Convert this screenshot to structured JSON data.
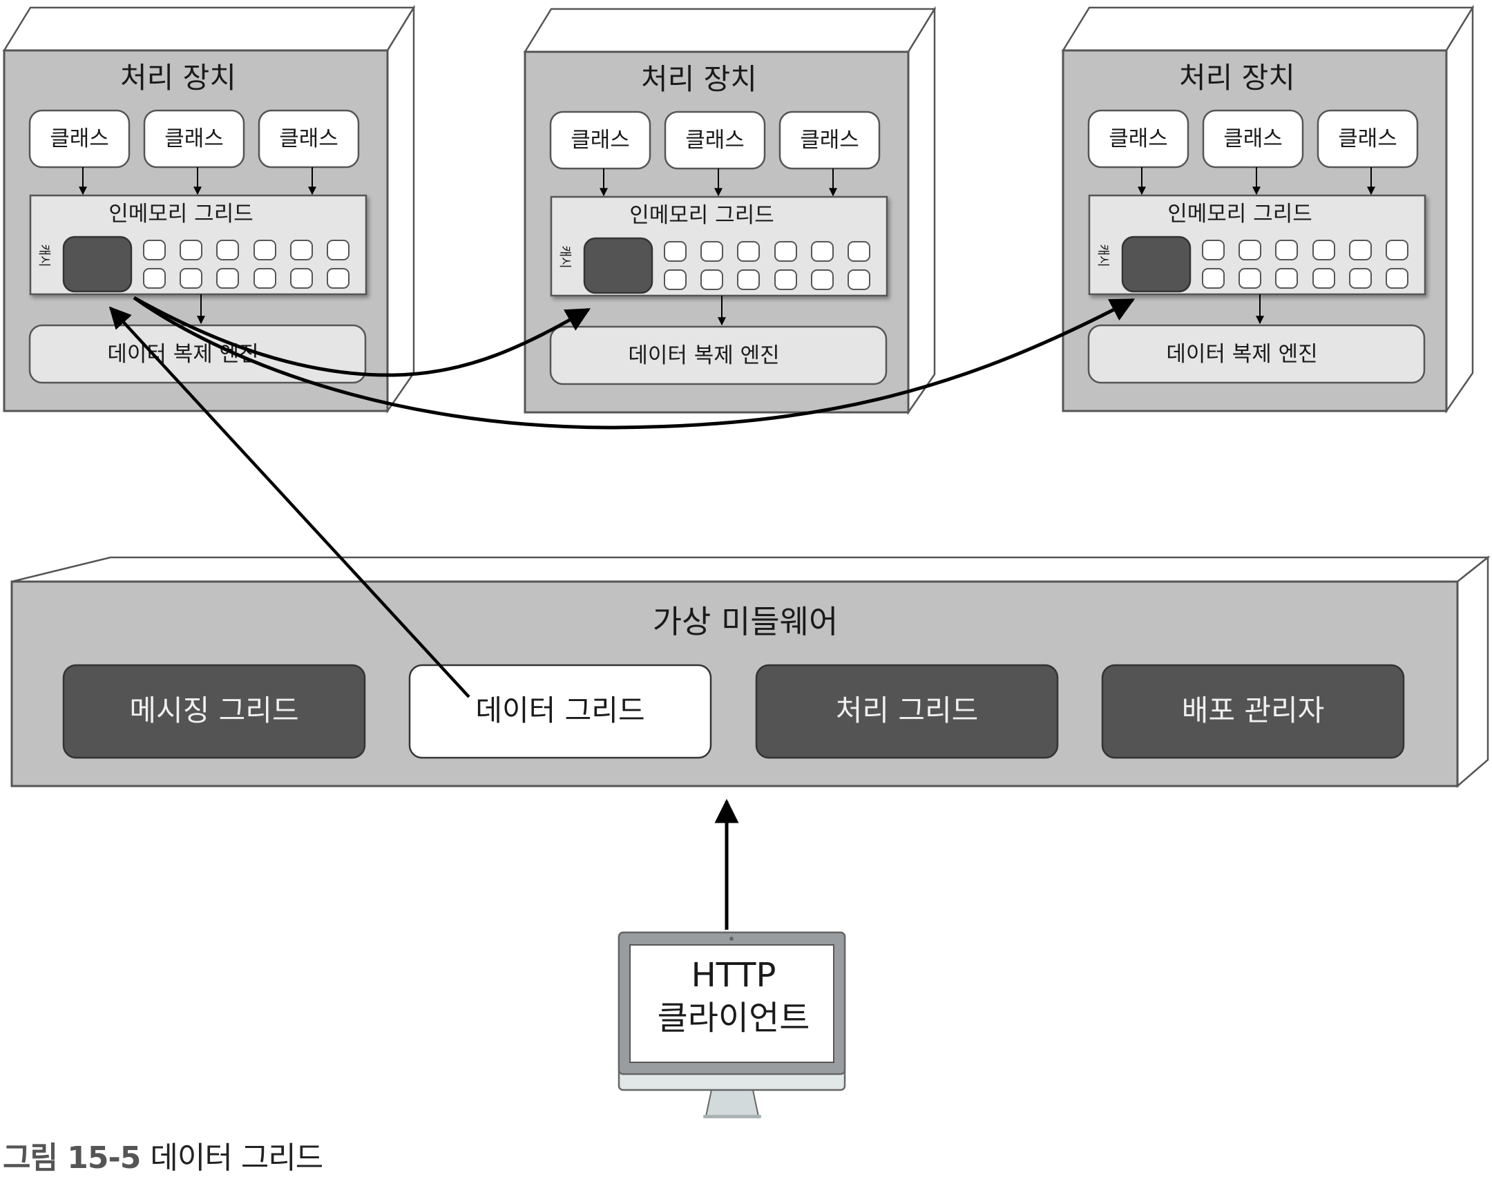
{
  "colors": {
    "device_face": "#c1c1c1",
    "device_side": "#ffffff",
    "outline": "#555555",
    "class_box": "#ffffff",
    "memory_grid": "#e5e5e5",
    "cache_block": "#545454",
    "dark_box": "#545454",
    "dark_box_text": "#f0f0f0",
    "arrow": "#000000",
    "monitor_bezel": "#9a9d9f",
    "monitor_chin": "#e2e8e7"
  },
  "devices": [
    {
      "title": "처리 장치",
      "classes": [
        "클래스",
        "클래스",
        "클래스"
      ],
      "memory_grid_label": "인메모리 그리드",
      "cache_label": "캐시",
      "replication_label": "데이터 복제 엔진"
    },
    {
      "title": "처리 장치",
      "classes": [
        "클래스",
        "클래스",
        "클래스"
      ],
      "memory_grid_label": "인메모리 그리드",
      "cache_label": "캐시",
      "replication_label": "데이터 복제 엔진"
    },
    {
      "title": "처리 장치",
      "classes": [
        "클래스",
        "클래스",
        "클래스"
      ],
      "memory_grid_label": "인메모리 그리드",
      "cache_label": "캐시",
      "replication_label": "데이터 복제 엔진"
    }
  ],
  "middleware": {
    "title": "가상 미들웨어",
    "components": [
      {
        "label": "메시징 그리드",
        "style": "dark"
      },
      {
        "label": "데이터 그리드",
        "style": "light"
      },
      {
        "label": "처리 그리드",
        "style": "dark"
      },
      {
        "label": "배포 관리자",
        "style": "dark"
      }
    ]
  },
  "client": {
    "line1": "HTTP",
    "line2": "클라이언트"
  },
  "caption": {
    "number": "그림 15-5",
    "title": "데이터 그리드"
  }
}
